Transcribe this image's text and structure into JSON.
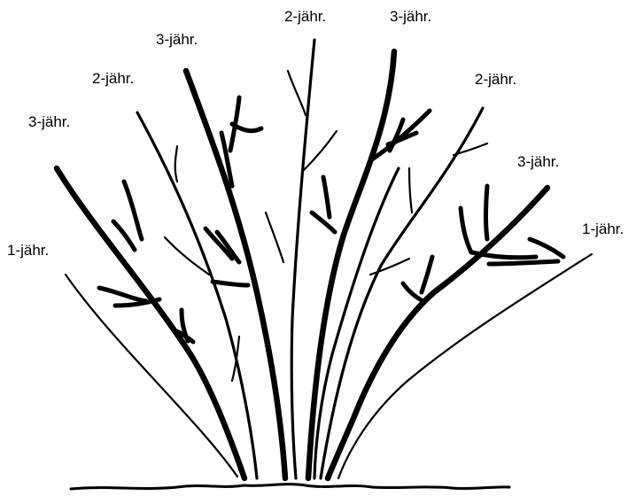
{
  "diagram": {
    "labels": [
      {
        "id": "l1",
        "text": "3-jähr."
      },
      {
        "id": "l2",
        "text": "2-jähr."
      },
      {
        "id": "l3",
        "text": "3-jähr."
      },
      {
        "id": "l4",
        "text": "2-jähr."
      },
      {
        "id": "l5",
        "text": "3-jähr."
      },
      {
        "id": "l6",
        "text": "2-jähr."
      },
      {
        "id": "l7",
        "text": "3-jähr."
      },
      {
        "id": "l8",
        "text": "1-jähr."
      },
      {
        "id": "l9",
        "text": "1-jähr."
      }
    ]
  }
}
